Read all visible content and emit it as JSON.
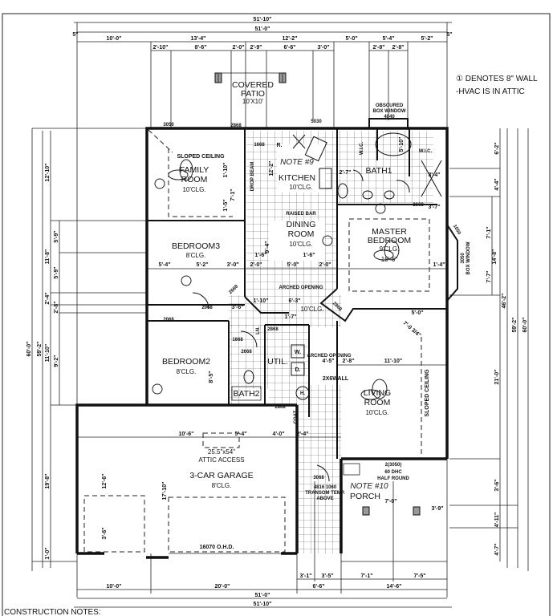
{
  "notes": {
    "line1": "① DENOTES 8\" WALL",
    "line2": "-HVAC IS IN ATTIC",
    "construction": "CONSTRUCTION NOTES:"
  },
  "patio": {
    "line1": "COVERED",
    "line2": "PATIO",
    "size": "10'X10'"
  },
  "box_window_top": {
    "line1": "OBSCURED",
    "line2": "BOX WINDOW",
    "size": "4040"
  },
  "box_window_right": {
    "size": "3050",
    "label": "BOX WINDOW",
    "side": "1050"
  },
  "rooms": {
    "family": {
      "line1": "FAMILY",
      "line2": "ROOM",
      "ceiling": "10'CLG.",
      "note": "SLOPED CEILING"
    },
    "kitchen": {
      "name": "KITCHEN",
      "ceiling": "10'CLG.",
      "note": "NOTE #9"
    },
    "bath1": {
      "name": "BATH1"
    },
    "wic": {
      "name": "W.I.C."
    },
    "dining": {
      "line1": "DINING",
      "line2": "ROOM",
      "ceiling": "10'CLG."
    },
    "master": {
      "line1": "MASTER",
      "line2": "BEDROOM",
      "ceiling": "9'CLG.",
      "size": "15'-6\""
    },
    "bedroom3": {
      "name": "BEDROOM3",
      "ceiling": "8'CLG."
    },
    "bedroom2": {
      "name": "BEDROOM2",
      "ceiling": "8'CLG."
    },
    "bath2": {
      "name": "BATH2"
    },
    "util": {
      "name": "UTIL.",
      "washer": "W.",
      "dryer": "D.",
      "heater": "H.",
      "coat": "COAT",
      "linen": "LN."
    },
    "living": {
      "line1": "LIVING",
      "line2": "ROOM",
      "ceiling": "10'CLG.",
      "note": "SLOPED CEILING"
    },
    "garage": {
      "name": "3-CAR GARAGE",
      "ceiling": "8'CLG.",
      "attic_size": "25.5\"x54\"",
      "attic": "ATTIC ACCESS",
      "door": "16070 O.H.D."
    },
    "porch": {
      "name": "PORCH",
      "window": "2(3050)",
      "window2": "60 DHC",
      "window3": "HALF ROUND",
      "note": "NOTE #10"
    },
    "hall": {
      "ceiling": "10'CLG.",
      "arched": "ARCHED OPENING",
      "wall": "2X6WALL",
      "raised_bar": "RAISED BAR",
      "drop_beam": "DROP BEAM"
    },
    "entry": {
      "door": "3068",
      "transom1": "4816 1060",
      "transom2": "TRANSOM TEMP.",
      "transom3": "ABOVE"
    },
    "fridge": "R.",
    "closet": "7'-0 3/4\""
  },
  "openings": {
    "w3050": "3050",
    "d2868_top": "2868",
    "w5030": "5030",
    "d1668": "1668",
    "d2068a": "2068",
    "d2068b": "2068",
    "d2668a": "2668",
    "d2668b": "2668",
    "d2868a": "2868",
    "d2868b": "2868",
    "d2868c": "2868",
    "d2668c": "2668"
  },
  "dims": {
    "top_overall": "51'-10\"",
    "top_total": "51'-0\"",
    "top_row": [
      "10'-0\"",
      "13'-4\"",
      "12'-2\"",
      "5'-0\"",
      "5'-4\"",
      "5'-2\""
    ],
    "top_sub": [
      "2'-10\"",
      "8'-6\"",
      "2'-0\"",
      "2'-9\"",
      "6'-6\"",
      "3'-0\"",
      "2'-8\"",
      "2'-8\""
    ],
    "offset": "5\"",
    "bottom_sub": [
      "3'-1\"",
      "3'-5\"",
      "7'-1\"",
      "7'-5\""
    ],
    "bottom_row": [
      "10'-0\"",
      "20'-0\"",
      "6'-6\"",
      "14'-6\""
    ],
    "bottom_total": "51'-0\"",
    "bottom_overall": "51'-10\"",
    "left_overall": "60'-0\"",
    "left_total": "59'-2\"",
    "left_row": [
      "12'-10\"",
      "11'-8\"",
      "2'-4\"",
      "11'-10\"",
      "19'-8\"",
      "1'-0\""
    ],
    "left_sub": [
      "5'-9\"",
      "5'-9\"",
      "2'-8\"",
      "9'-2\""
    ],
    "right_overall": "60'-0\"",
    "right_total": "59'-2\"",
    "right_mid": "46'-2\"",
    "right_row": [
      "6'-2\"",
      "4'-4\"",
      "14'-8\"",
      "21'-0\"",
      "3'-6\"",
      "4'-11\"",
      "4'-7\""
    ],
    "right_sub": [
      "7'-1\"",
      "7'-7\""
    ],
    "interior": {
      "br3_a": "5'-4\"",
      "br3_b": "5'-2\"",
      "br3_c": "3'-0\"",
      "din_a": "2'-0\"",
      "din_b": "5'-0\"",
      "din_c": "2'-0\"",
      "din_d": "1'-6\"",
      "din_e": "1'-6\"",
      "mbr": "1'-4\"",
      "kit": "12'-2\"",
      "din_v": "9'-4\"",
      "fam_a": "1'-10\"",
      "fam_b": "7'-1\"",
      "fam_c": "1'-5\"",
      "bath1": "2'-7\"",
      "bath1_b": "3'-7\"",
      "bath1_c": "3'-4\"",
      "tub": "5'-10\"",
      "hall_a": "3'-6\"",
      "hall_b": "1'-10\"",
      "hall_c": "6'-3\"",
      "hall_d": "1'-7\"",
      "liv_a": "2'-8\"",
      "liv_b": "11'-10\"",
      "liv_c": "4'-5\"",
      "br2": "8'-5\"",
      "gar_a": "10'-6\"",
      "gar_b": "5'-4\"",
      "gar_c": "4'-0\"",
      "gar_d": "2'-4\"",
      "gar_v": "17'-10\"",
      "gar_v2": "12'-6\"",
      "gar_v3": "3'-6\"",
      "porch_a": "7'-0\"",
      "porch_b": "3'-9\"",
      "liv_d": "5'-0\""
    }
  }
}
